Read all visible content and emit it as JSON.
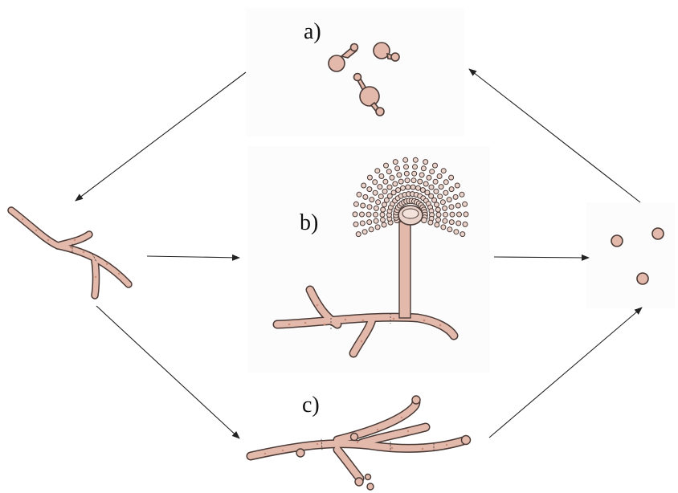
{
  "labels": {
    "a": "a)",
    "b": "b)",
    "c": "c)"
  },
  "colors": {
    "fill": "#e2b9ab",
    "fill_light": "#ead3ca",
    "outline": "#4a3a36",
    "dot": "#c98b77",
    "arrow": "#222222",
    "panel": "#fbfbfb"
  },
  "icons": {
    "a": "germinating-spores",
    "b": "conidiophore-with-conidial-chains",
    "c": "branched-hyphae-with-buds",
    "left": "germ-hypha",
    "right": "spores"
  }
}
